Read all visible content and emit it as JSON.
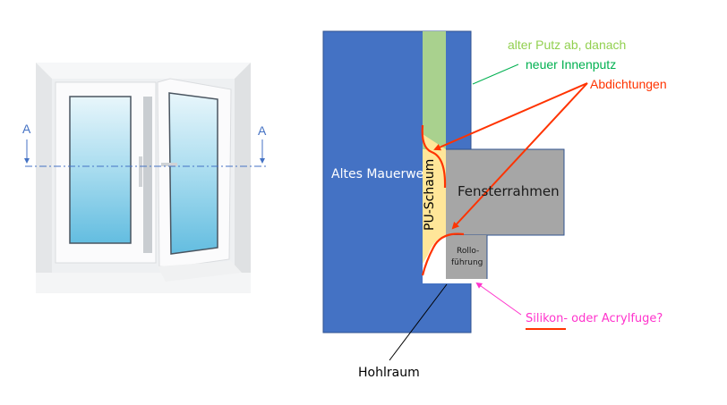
{
  "window_view": {
    "section_marker_left": "A",
    "section_marker_right": "A",
    "accent_color": "#4472c4"
  },
  "section": {
    "wall_label": "Altes Mauerwe",
    "foam_label": "PU-Schaum",
    "frame_label": "Fensterrahmen",
    "rail_label_line1": "Rollo-",
    "rail_label_line2": "führung",
    "cavity_label": "Hohlraum",
    "plaster_note_line1": "alter Putz ab, danach",
    "plaster_note_line2": "neuer Innenputz",
    "seal_label": "Abdichtungen",
    "joint_label_underlined": "Silikon-",
    "joint_label_rest": " oder Acrylfuge?",
    "colors": {
      "wall": "#4472c4",
      "plaster": "#a9d18e",
      "foam": "#ffe699",
      "frame": "#a6a6a6",
      "seal": "#ff3300",
      "plaster_note_old": "#92d050",
      "plaster_note_new": "#00b050",
      "joint": "#ff33cc"
    }
  }
}
